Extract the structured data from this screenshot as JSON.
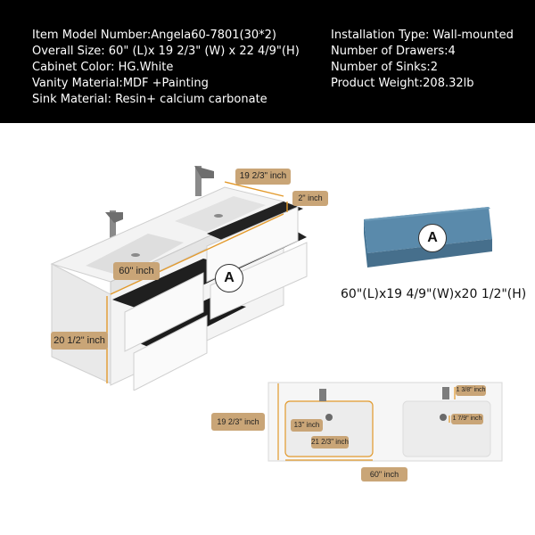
{
  "specs": {
    "left": [
      "Item Model Number:Angela60-7801(30*2)",
      "Overall Size: 60\" (L)x 19 2/3\" (W) x 22 4/9\"(H)",
      "Cabinet Color: HG.White",
      "Vanity Material:MDF +Painting",
      "Sink Material: Resin+ calcium carbonate"
    ],
    "right": [
      "Installation Type: Wall-mounted",
      "Number of Drawers:4",
      "Number of Sinks:2",
      "Product Weight:208.32lb"
    ]
  },
  "vanity_labels": {
    "depth": "19 2/3\" inch",
    "top_thickness": "2\" inch",
    "length": "60\" inch",
    "height": "20 1/2\" inch",
    "part_marker": "A"
  },
  "top_view": {
    "part_marker": "A",
    "dimensions": "60\"(L)x19 4/9\"(W)x20 1/2\"(H)"
  },
  "sink_plan_labels": {
    "depth": "19 2/3\" inch",
    "basin_depth": "13\" inch",
    "basin_width": "21 2/3\" inch",
    "faucet_offset": "1 3/8\" inch",
    "drain_diameter": "1 7/9\" inch",
    "length": "60\" inch"
  },
  "colors": {
    "header_bg": "#000000",
    "tag": "#c9a577",
    "top_panel": "#4e7e9e",
    "dimension_line": "#e39a2c"
  }
}
